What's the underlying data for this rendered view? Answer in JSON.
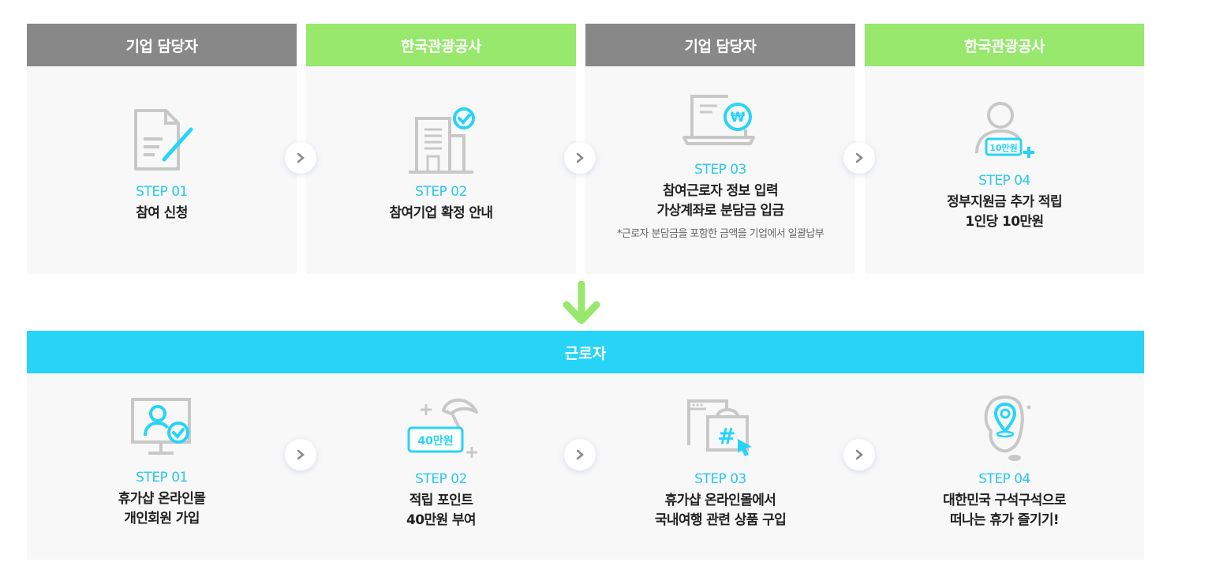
{
  "company_flow": {
    "headers": [
      "기업 담당자",
      "한국관광공사",
      "기업 담당자",
      "한국관광공사"
    ],
    "steps": [
      {
        "label": "STEP 01",
        "title": "참여 신청",
        "icon": "document-pen-icon"
      },
      {
        "label": "STEP 02",
        "title": "참여기업 확정 안내",
        "icon": "building-check-icon"
      },
      {
        "label": "STEP 03",
        "title": "참여근로자 정보 입력\n가상계좌로 분담금 입금",
        "note": "*근로자 분담금을 포함한 금액을 기업에서 일괄납부",
        "icon": "laptop-won-icon"
      },
      {
        "label": "STEP 04",
        "title": "정부지원금 추가 적립\n1인당 10만원",
        "badge": "10만원",
        "icon": "person-plus-icon"
      }
    ]
  },
  "worker_flow": {
    "header": "근로자",
    "steps": [
      {
        "label": "STEP 01",
        "title": "휴가샵 온라인몰\n개인회원 가입",
        "icon": "monitor-user-icon"
      },
      {
        "label": "STEP 02",
        "title": "적립 포인트\n40만원 부여",
        "badge": "40만원",
        "icon": "umbrella-point-icon"
      },
      {
        "label": "STEP 03",
        "title": "휴가샵 온라인몰에서\n국내여행 관련 상품 구입",
        "icon": "shopping-hashtag-icon"
      },
      {
        "label": "STEP 04",
        "title": "대한민국 구석구석으로\n떠나는 휴가 즐기기!",
        "icon": "korea-map-pin-icon"
      }
    ]
  },
  "colors": {
    "gray_header": "#888888",
    "green_header": "#97e86c",
    "cyan": "#27d4f8",
    "step_label": "#29c8ef",
    "card_bg": "#f8f8f8"
  }
}
